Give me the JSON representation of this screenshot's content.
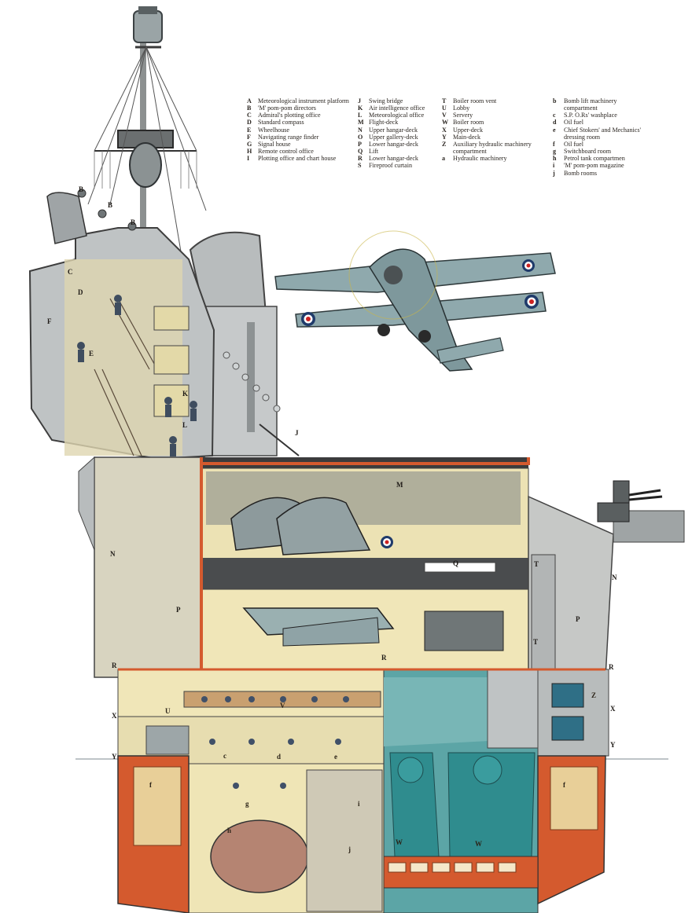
{
  "legend": {
    "col0": [
      {
        "key": "A",
        "text": "Meteorological instrument platform"
      },
      {
        "key": "B",
        "text": "'M' pom-pom directors"
      },
      {
        "key": "C",
        "text": "Admiral's plotting office"
      },
      {
        "key": "D",
        "text": "Standard compass"
      },
      {
        "key": "E",
        "text": "Wheelhouse"
      },
      {
        "key": "F",
        "text": "Navigating range finder"
      },
      {
        "key": "G",
        "text": "Signal house"
      },
      {
        "key": "H",
        "text": "Remote control office"
      },
      {
        "key": "I",
        "text": "Plotting office and chart house"
      }
    ],
    "col1": [
      {
        "key": "J",
        "text": "Swing bridge"
      },
      {
        "key": "K",
        "text": "Air intelligence office"
      },
      {
        "key": "L",
        "text": "Meteorological office"
      },
      {
        "key": "M",
        "text": "Flight-deck"
      },
      {
        "key": "N",
        "text": "Upper hangar-deck"
      },
      {
        "key": "O",
        "text": "Upper gallery-deck"
      },
      {
        "key": "P",
        "text": "Lower hangar-deck"
      },
      {
        "key": "Q",
        "text": "Lift"
      },
      {
        "key": "R",
        "text": "Lower hangar-deck"
      },
      {
        "key": "S",
        "text": "Fireproof curtain"
      }
    ],
    "col2": [
      {
        "key": "T",
        "text": "Boiler room vent"
      },
      {
        "key": "U",
        "text": "Lobby"
      },
      {
        "key": "V",
        "text": "Servery"
      },
      {
        "key": "W",
        "text": "Boiler room"
      },
      {
        "key": "X",
        "text": "Upper-deck"
      },
      {
        "key": "Y",
        "text": "Main-deck"
      },
      {
        "key": "Z",
        "text": "Auxiliary hydraulic machinery compartment"
      },
      {
        "key": "a",
        "text": "Hydraulic machinery"
      }
    ],
    "col3": [
      {
        "key": "b",
        "text": "Bomb lift machinery compartment"
      },
      {
        "key": "c",
        "text": "S.P. O.Rs' washplace"
      },
      {
        "key": "d",
        "text": "Oil fuel"
      },
      {
        "key": "e",
        "text": "Chief Stokers' and Mechanics' dressing room"
      },
      {
        "key": "f",
        "text": "Oil fuel"
      },
      {
        "key": "g",
        "text": "Switchboard room"
      },
      {
        "key": "h",
        "text": "Petrol tank compartmen"
      },
      {
        "key": "i",
        "text": "'M' pom-pom magazine"
      },
      {
        "key": "j",
        "text": "Bomb rooms"
      }
    ]
  },
  "callouts": {
    "b1": "B",
    "b2": "B",
    "b3": "B",
    "c": "C",
    "d": "D",
    "f": "F",
    "e": "E",
    "k": "K",
    "l": "L",
    "j": "J",
    "m": "M",
    "n_left": "N",
    "n_right": "N",
    "p_left": "P",
    "p_right": "P",
    "q": "Q",
    "t_top": "T",
    "t_bot": "T",
    "r_left": "R",
    "r_mid": "R",
    "r_right": "R",
    "x_left": "X",
    "x_right": "X",
    "y_left": "Y",
    "y_right": "Y",
    "u": "U",
    "v": "V",
    "z": "Z",
    "c_low": "c",
    "d_low": "d",
    "e_low": "e",
    "f_left": "f",
    "f_right": "f",
    "g": "g",
    "h": "h",
    "i": "i",
    "j_low": "j",
    "w1": "W",
    "w2": "W"
  },
  "colors": {
    "hull_red": "#d4542a",
    "steel_grey": "#a9adae",
    "pale_interior": "#f0e6b8",
    "boiler_teal": "#3fa4a4",
    "deck_dark": "#3a3a3c",
    "sky_blue_plane": "#8ea7ab"
  },
  "icons": [
    "biplane-illustration",
    "radar-mast",
    "funnel",
    "pom-pom-gun"
  ]
}
